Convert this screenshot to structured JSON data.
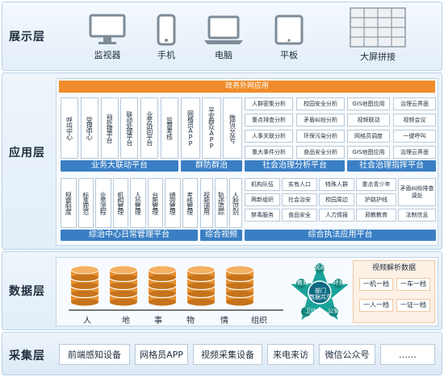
{
  "layers": {
    "display": "展示层",
    "application": "应用层",
    "data": "数据层",
    "collection": "采集层"
  },
  "display_devices": [
    {
      "label": "监视器",
      "icon": "monitor-icon"
    },
    {
      "label": "手机",
      "icon": "phone-icon"
    },
    {
      "label": "电脑",
      "icon": "laptop-icon"
    },
    {
      "label": "平板",
      "icon": "tablet-icon"
    },
    {
      "label": "大屏拼接",
      "icon": "video-wall-icon"
    }
  ],
  "application": {
    "header": "政务外网应用",
    "group1_items": [
      "呼叫中心",
      "受理中心",
      "预处理平台",
      "联动处理平台",
      "业务协同平台",
      "监督考核"
    ],
    "group1_bar": "业务大联动平台",
    "group2_items": [
      "网格员APP",
      "平安群众APP",
      "微信公众号"
    ],
    "group2_bar": "群防群治",
    "group3_items": [
      "人群密集分析",
      "校园安全分析",
      "重点排查分析",
      "矛盾纠纷分析",
      "人事关联分析",
      "环保污染分析",
      "重大事件分析",
      "食品安全分析"
    ],
    "group3_bar": "社会治理分析平台",
    "group4_items": [
      "GIS地图应用",
      "治理云界面",
      "视频联动",
      "视频会议",
      "网格员调度",
      "一键呼叫",
      "GIS地图应用",
      "治理云界面"
    ],
    "group4_bar": "社会治理指挥平台",
    "group5_items": [
      "规章制度",
      "标准规范",
      "业务流程",
      "机构管理",
      "人员管理",
      "台账管理",
      "绩效管理",
      "考核管理"
    ],
    "group5_bar": "综治中心日常管理平台",
    "group6_items": [
      "视频调用",
      "轨迹追踪",
      "人脸识别"
    ],
    "group6_bar": "综合视频",
    "group7_items": [
      "机构队伍",
      "实有人口",
      "特殊人群",
      "重点青少年",
      "矛盾纠纷排查调处",
      "两新组织",
      "社会治安",
      "校园周边",
      "护路护线",
      "禁毒服务",
      "食品安全",
      "人力情报",
      "邪教教育",
      "法制信息"
    ],
    "group7_bar": "综合执法应用平台"
  },
  "data_layer": {
    "db_labels": [
      "人",
      "地",
      "事",
      "物",
      "情",
      "组织"
    ],
    "star": {
      "center": "部门\n数据共享",
      "points": [
        "民政",
        "环保",
        "公安",
        "卫计",
        "教育",
        "交通"
      ]
    },
    "video_panel": {
      "title": "视频解析数据",
      "items": [
        "一机一档",
        "一车一档",
        "一人一档",
        "一证一档"
      ]
    }
  },
  "collection_layer": {
    "items": [
      "前端感知设备",
      "网格员APP",
      "视频采集设备",
      "来电来访",
      "微信公众号",
      "……"
    ]
  },
  "colors": {
    "accent_orange": "#f08c2a",
    "bar_blue": "#3a7fc4",
    "db_orange": "#e8912f",
    "star_teal": "#1aa39a"
  }
}
